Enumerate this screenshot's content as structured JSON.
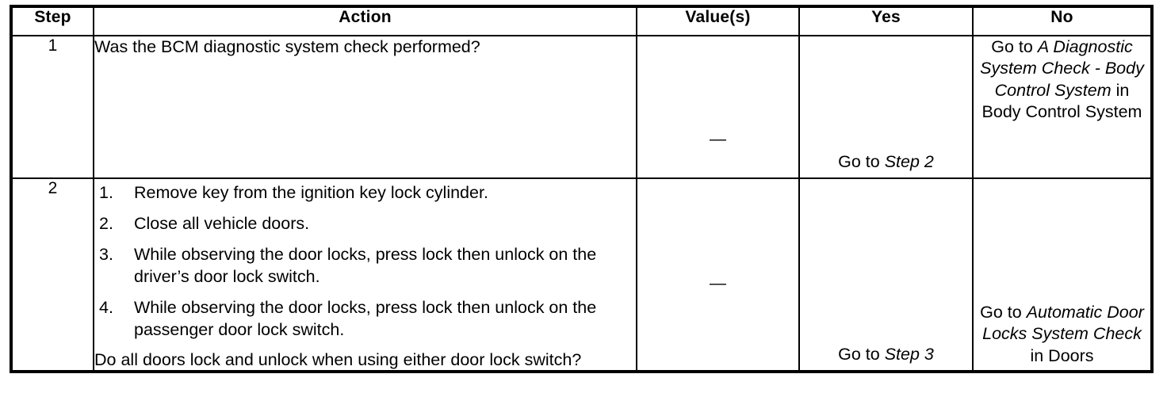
{
  "table": {
    "headers": [
      "Step",
      "Action",
      "Value(s)",
      "Yes",
      "No"
    ],
    "rows": [
      {
        "step": "1",
        "action": {
          "question": "Was the BCM diagnostic system check performed?"
        },
        "value": "—",
        "yes": {
          "prefix": "Go to ",
          "italic": "Step 2",
          "suffix": ""
        },
        "no": {
          "prefix": "Go to ",
          "italic": "A Diagnostic System Check - Body Control System",
          "suffix": " in Body Control System"
        }
      },
      {
        "step": "2",
        "action": {
          "list": [
            {
              "num": "1.",
              "text": "Remove key from the ignition key lock cylinder."
            },
            {
              "num": "2.",
              "text": "Close all vehicle doors."
            },
            {
              "num": "3.",
              "text": "While observing the door locks, press lock then unlock on the driver’s door lock switch."
            },
            {
              "num": "4.",
              "text": "While observing the door locks, press lock then unlock on the passenger door lock switch."
            }
          ],
          "question": "Do all doors lock and unlock when using either door lock switch?"
        },
        "value": "—",
        "yes": {
          "prefix": "Go to ",
          "italic": "Step 3",
          "suffix": ""
        },
        "no": {
          "prefix": "Go to ",
          "italic": "Automatic Door Locks System Check",
          "suffix": " in Doors"
        }
      }
    ]
  }
}
